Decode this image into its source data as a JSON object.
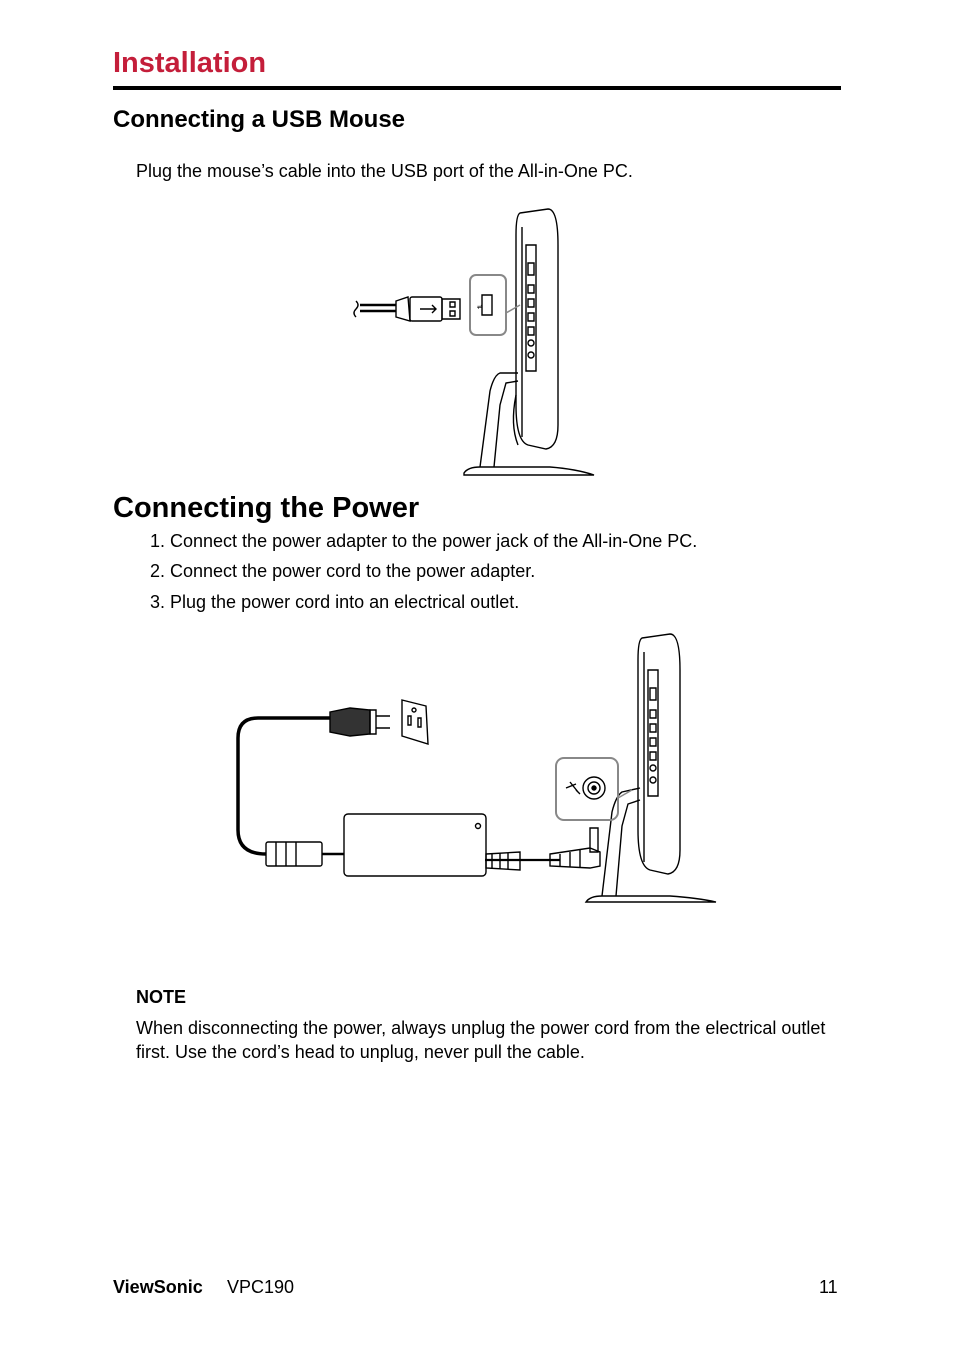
{
  "header": {
    "section_title": "Installation"
  },
  "usb_section": {
    "heading": "Connecting a USB Mouse",
    "instruction": "Plug the mouse’s cable into the USB port of the All-in-One PC."
  },
  "power_section": {
    "heading": "Connecting the Power",
    "steps": [
      "1.  Connect the power adapter to the power jack of the All-in-One PC.",
      "2. Connect the power cord to the power adapter.",
      "3. Plug the power cord into an electrical outlet."
    ]
  },
  "note": {
    "label": "NOTE",
    "text": "When disconnecting the power, always unplug the power cord from the electrical outlet first. Use the cord’s head to unplug, never pull the cable."
  },
  "footer": {
    "brand": "ViewSonic",
    "model": "VPC190",
    "page_number": "11"
  },
  "colors": {
    "accent": "#c41e3a",
    "line": "#000000",
    "callout": "#888888"
  }
}
